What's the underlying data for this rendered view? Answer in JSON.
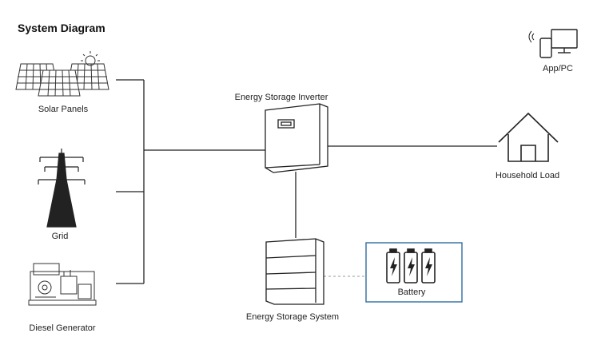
{
  "title": "System Diagram",
  "labels": {
    "solar": "Solar Panels",
    "grid": "Grid",
    "generator": "Diesel Generator",
    "inverter": "Energy Storage Inverter",
    "storage": "Energy Storage System",
    "battery": "Battery",
    "load": "Household Load",
    "app": "App/PC"
  },
  "colors": {
    "line": "#222222",
    "battery_border": "#2f6da0",
    "dashed": "#999999"
  },
  "icons": [
    "solar-panel-icon",
    "sun-icon",
    "power-tower-icon",
    "diesel-generator-icon",
    "inverter-icon",
    "battery-rack-icon",
    "battery-icon",
    "house-icon",
    "devices-icon",
    "wifi-icon"
  ]
}
